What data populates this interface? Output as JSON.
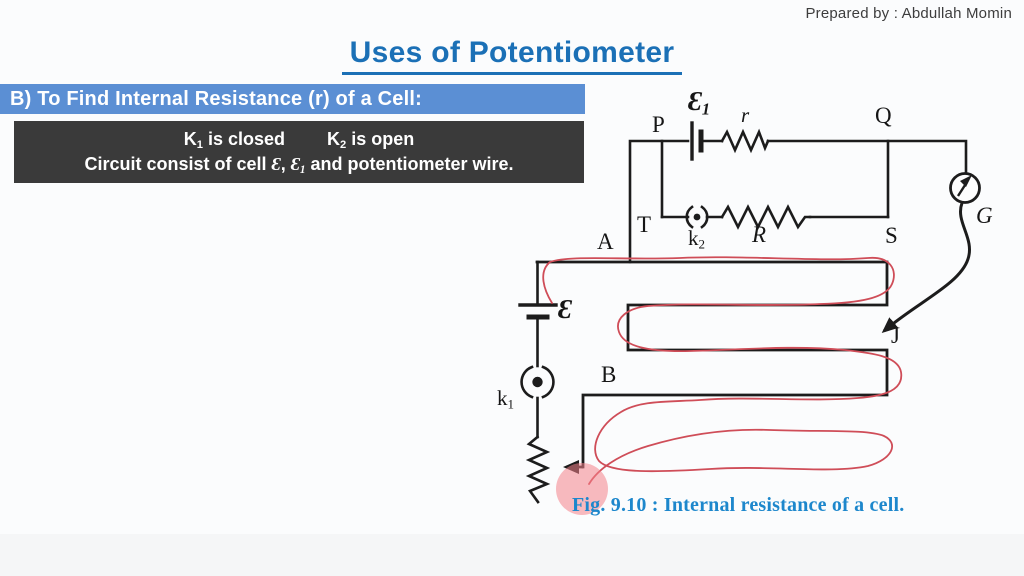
{
  "page": {
    "prepared_by": "Prepared by : Abdullah Momin",
    "title": "Uses of Potentiometer",
    "section_heading": "B) To Find Internal Resistance (r) of a Cell:",
    "caption": "Fig. 9.10 : Internal resistance of a cell."
  },
  "note_box": {
    "line1": {
      "k1_base": "K",
      "k1_sub": "1",
      "k1_rest": " is closed",
      "k2_base": "K",
      "k2_sub": "2",
      "k2_rest": " is open"
    },
    "line2": {
      "prefix": "Circuit consist of cell ",
      "eps": "Ɛ",
      "comma": ", ",
      "eps1_base": "Ɛ",
      "eps1_sub": "1",
      "suffix": " and potentiometer wire."
    }
  },
  "circuit": {
    "labels": {
      "P": "P",
      "Q": "Q",
      "T": "T",
      "S": "S",
      "A": "A",
      "B": "B",
      "J": "J",
      "r": "r",
      "R": "R",
      "G": "G",
      "eps": "Ɛ",
      "eps1_base": "Ɛ",
      "eps1_sub": "1",
      "k1_base": "k",
      "k1_sub": "1",
      "k2_base": "k",
      "k2_sub": "2"
    },
    "colors": {
      "wire": "#1c1c1c",
      "annotation": "#cf4d58",
      "highlight": "#f4818b",
      "accent_blue": "#1d87cc"
    }
  }
}
